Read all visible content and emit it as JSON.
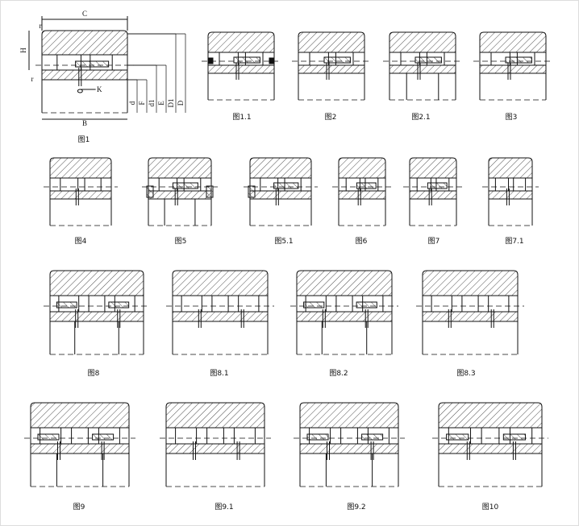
{
  "figures": [
    {
      "id": "fig1",
      "caption": "图1",
      "variant": "dim"
    },
    {
      "id": "fig1_1",
      "caption": "图1.1",
      "variant": "seal"
    },
    {
      "id": "fig2",
      "caption": "图2",
      "variant": "rib"
    },
    {
      "id": "fig2_1",
      "caption": "图2.1",
      "variant": "rib2"
    },
    {
      "id": "fig3",
      "caption": "图3",
      "variant": "rib"
    },
    {
      "id": "fig4",
      "caption": "图4",
      "variant": "plain"
    },
    {
      "id": "fig5",
      "caption": "图5",
      "variant": "lip"
    },
    {
      "id": "fig5_1",
      "caption": "图5.1",
      "variant": "lipL"
    },
    {
      "id": "fig6",
      "caption": "图6",
      "variant": "rib"
    },
    {
      "id": "fig7",
      "caption": "图7",
      "variant": "ribL"
    },
    {
      "id": "fig7_1",
      "caption": "图7.1",
      "variant": "plain"
    },
    {
      "id": "fig8",
      "caption": "图8",
      "variant": "dbl"
    },
    {
      "id": "fig8_1",
      "caption": "图8.1",
      "variant": "dblP"
    },
    {
      "id": "fig8_2",
      "caption": "图8.2",
      "variant": "dbl"
    },
    {
      "id": "fig8_3",
      "caption": "图8.3",
      "variant": "dblP"
    },
    {
      "id": "fig9",
      "caption": "图9",
      "variant": "dbl"
    },
    {
      "id": "fig9_1",
      "caption": "图9.1",
      "variant": "dblP"
    },
    {
      "id": "fig9_2",
      "caption": "图9.2",
      "variant": "dbl"
    },
    {
      "id": "fig10",
      "caption": "图10",
      "variant": "dblC"
    }
  ],
  "dimension_labels": {
    "C": "C",
    "r_top": "r",
    "H": "H",
    "r_side": "r",
    "K": "K",
    "B": "B",
    "d": "d",
    "F": "F",
    "d1": "d1",
    "E": "E",
    "D1": "D1",
    "D": "D"
  }
}
